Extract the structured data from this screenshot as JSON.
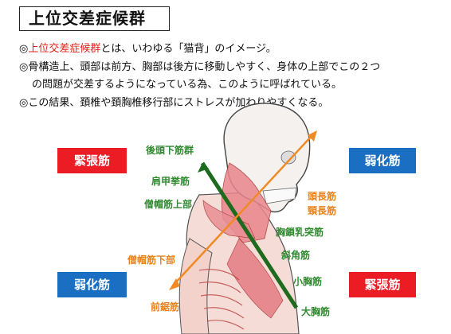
{
  "title": "上位交差症候群",
  "text": {
    "line1_prefix": "◎",
    "line1_accent": "上位交差症候群",
    "line1_rest": "とは、いわゆる「猫背」のイメージ。",
    "line2": "◎骨構造上、頭部は前方、胸部は後方に移動しやすく、身体の上部でこの２つ",
    "line3": "の問題が交差するようになっている為、このように呼ばれている。",
    "line4": "◎この結果、頚椎や頚胸椎移行部にストレスが加わりやすくなる。"
  },
  "tags": {
    "tension_left": "緊張筋",
    "weak_right": "弱化筋",
    "weak_left": "弱化筋",
    "tension_right": "緊張筋"
  },
  "labels": {
    "suboccipital": "後頭下筋群",
    "levator_scapulae": "肩甲挙筋",
    "upper_trapezius": "僧帽筋上部",
    "lower_trapezius": "僧帽筋下部",
    "serratus_anterior": "前鋸筋",
    "longus_capitis": "頭長筋",
    "longus_colli": "頸長筋",
    "scm": "胸鎖乳突筋",
    "scalenes": "斜角筋",
    "pec_minor": "小胸筋",
    "pec_major": "大胸筋"
  },
  "colors": {
    "accent_red": "#e0231a",
    "tag_red": "#ec1c24",
    "tag_blue": "#1b6fc2",
    "line_green": "#1e6b1e",
    "line_orange": "#f08a24",
    "label_green": "#2f8a2f",
    "label_orange": "#e8821c"
  }
}
